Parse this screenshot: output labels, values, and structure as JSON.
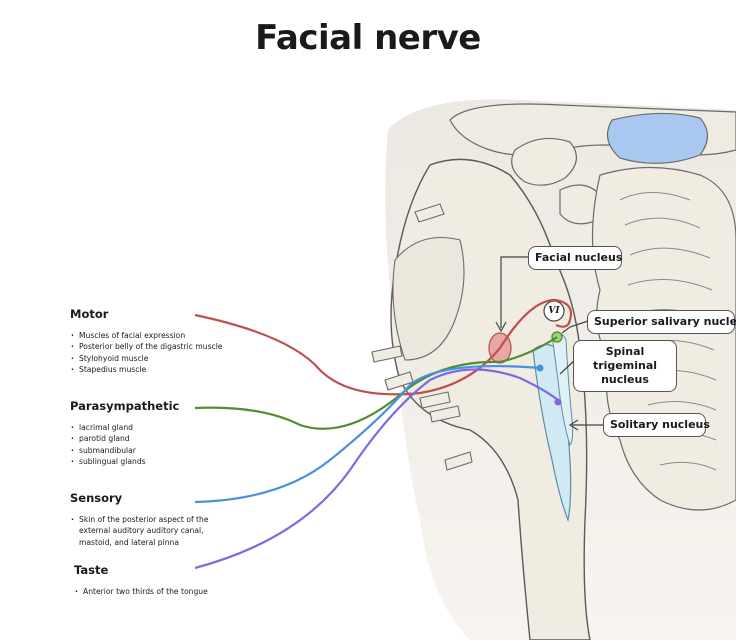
{
  "title": "Facial nerve",
  "groups": [
    {
      "heading": "Motor",
      "items": [
        "Muscles of facial expression",
        "Posterior belly of the digastric muscle",
        "Stylohyoid muscle",
        "Stapedius muscle"
      ]
    },
    {
      "heading": "Parasympathetic",
      "items": [
        "lacrimal gland",
        "parotid gland",
        "submandibular",
        "sublingual glands"
      ]
    },
    {
      "heading": "Sensory",
      "items": [
        "Skin of the posterior aspect of the external auditory auditory canal, mastoid, and lateral pinna"
      ]
    },
    {
      "heading": "Taste",
      "items": [
        "Anterior two thirds of the tongue"
      ]
    }
  ],
  "labels": {
    "facial_nucleus": "Facial nucleus",
    "superior_salivary": "Superior salivary nucleus",
    "spinal_trigeminal_1": "Spinal trigeminal",
    "spinal_trigeminal_2": "nucleus",
    "solitary": "Solitary nucleus",
    "abducens": "VI"
  },
  "colors": {
    "motor": "#c0504d",
    "parasympathetic": "#4f8f2f",
    "sensory": "#4a8fe0",
    "taste": "#7b6be0",
    "brainstem": "#f0ece2",
    "outline": "#5a5a5a",
    "ventricle": "#a9c8ef",
    "facial_nucleus_fill": "#e9a6a3",
    "trigeminal_fill": "#cfeaf2"
  }
}
